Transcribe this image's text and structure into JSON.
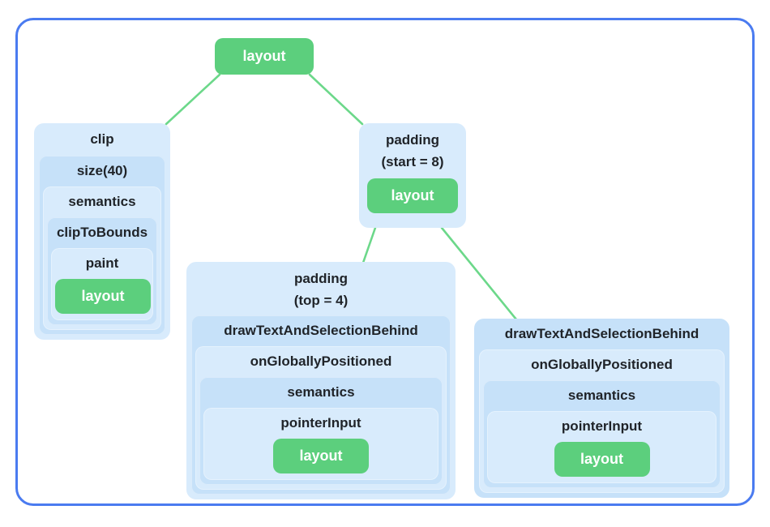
{
  "colors": {
    "frame_border": "#4a7bf0",
    "node_green": "#5ccf7d",
    "edge_green": "#6cd88a",
    "card_blue_light": "#d8ebfc",
    "card_blue_dark": "#c6e1f9",
    "label_text": "#1f2328",
    "leaf_text": "#ffffff",
    "background": "#ffffff"
  },
  "nodes": {
    "root": {
      "label": "layout"
    },
    "clip": {
      "title": "clip",
      "levels": [
        "size(40)",
        "semantics",
        "clipToBounds",
        "paint"
      ],
      "leaf": "layout"
    },
    "padding_start": {
      "title": "padding",
      "subtitle": "(start = 8)",
      "leaf": "layout"
    },
    "padding_top": {
      "title": "padding",
      "subtitle": "(top = 4)",
      "levels": [
        "drawTextAndSelectionBehind",
        "onGloballyPositioned",
        "semantics",
        "pointerInput"
      ],
      "leaf": "layout"
    },
    "draw_text": {
      "title": "drawTextAndSelectionBehind",
      "levels": [
        "onGloballyPositioned",
        "semantics",
        "pointerInput"
      ],
      "leaf": "layout"
    }
  }
}
